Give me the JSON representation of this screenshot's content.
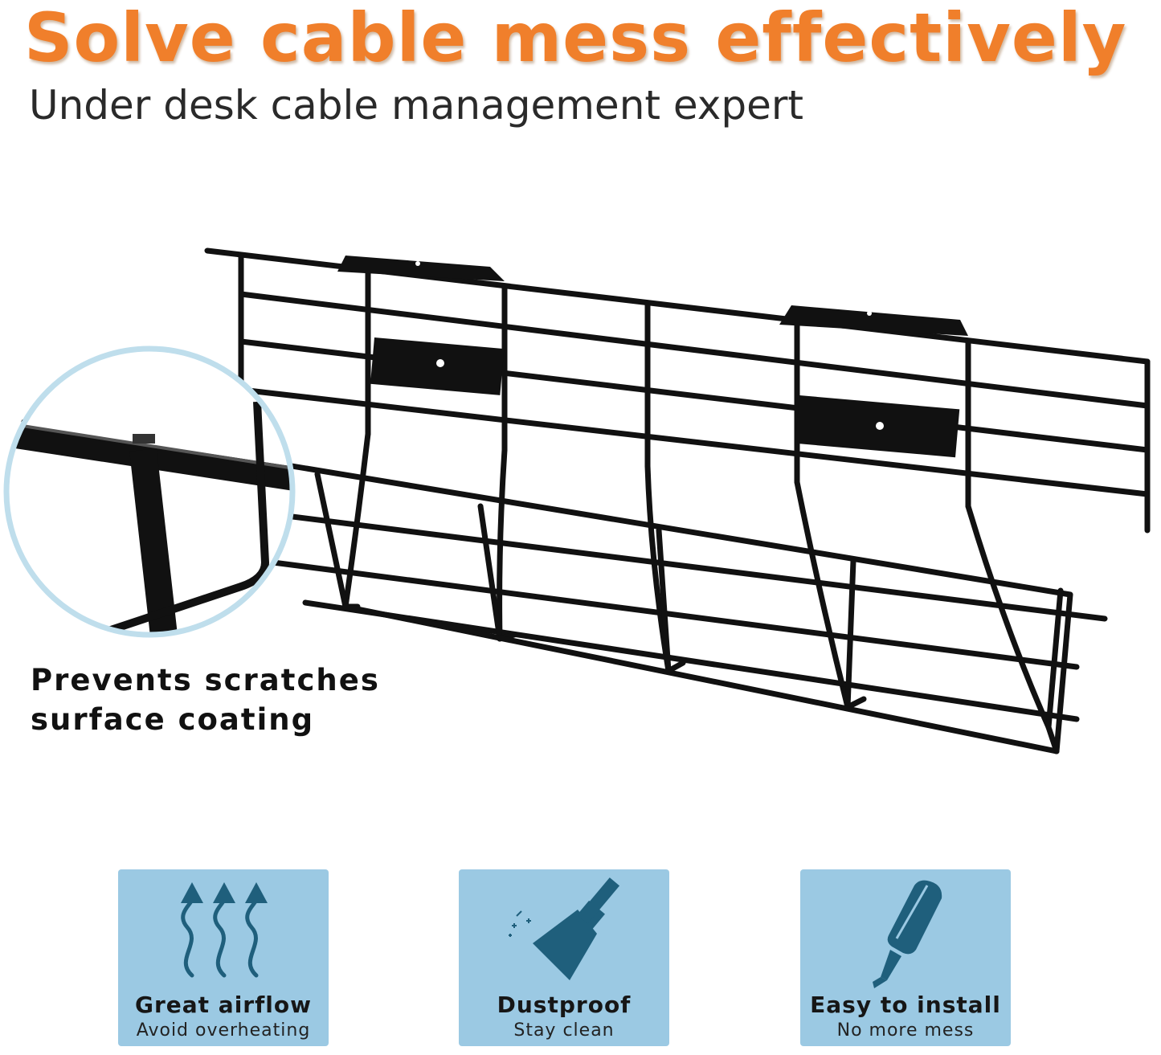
{
  "header": {
    "title": "Solve cable mess effectively",
    "subtitle": "Under desk cable management expert"
  },
  "callout": {
    "line1": "Prevents scratches",
    "line2": "surface coating"
  },
  "features": [
    {
      "title": "Great airflow",
      "subtitle": "Avoid overheating",
      "icon": "airflow-arrows-icon"
    },
    {
      "title": "Dustproof",
      "subtitle": "Stay clean",
      "icon": "brush-icon"
    },
    {
      "title": "Easy to install",
      "subtitle": "No more mess",
      "icon": "screwdriver-icon"
    }
  ],
  "colors": {
    "headline": "#f07f2b",
    "feature_bg": "#9bc9e3",
    "icon": "#1f5f7c",
    "wire": "#111111",
    "zoom_ring": "#bfdeec"
  }
}
